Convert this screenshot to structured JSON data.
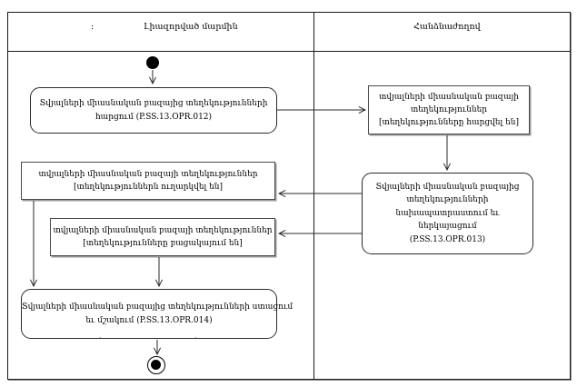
{
  "lanes": {
    "left": {
      "prefix": ":",
      "title": "Լիազորված մարմին"
    },
    "right": {
      "title": "Հանձնաժողով"
    }
  },
  "nodes": {
    "opr012": {
      "lines": [
        "Տվյալների միասնական բազայից տեղեկությունների",
        "հարցում (P.SS.13.OPR.012)"
      ]
    },
    "queried": {
      "lines": [
        "տվյալների միասնական բազայի",
        "տեղեկություններ",
        "[տեղեկությունները հարցվել են]"
      ]
    },
    "opr013": {
      "lines": [
        "Տվյալների միասնական բազայից",
        "տեղեկությունների",
        "նախապատրաստում եւ",
        "ներկայացում",
        "(P.SS.13.OPR.013)"
      ]
    },
    "sent": {
      "lines": [
        "տվյալների միասնական բազայի տեղեկություններ",
        "[տեղեկություններն ուղարկվել են]"
      ]
    },
    "absent": {
      "lines": [
        "տվյալների միասնական բազայի տեղեկություններ",
        "[տեղեկությունները բացակայում են]"
      ]
    },
    "opr014": {
      "lines": [
        "Տվյալների միասնական բազայից տեղեկությունների ստացում",
        "եւ մշակում (P.SS.13.OPR.014)"
      ],
      "dots": [
        ".",
        "."
      ]
    }
  },
  "colors": {
    "line": "#2a2a2a",
    "shadow": "#9a9a9a",
    "background": "#ffffff"
  }
}
